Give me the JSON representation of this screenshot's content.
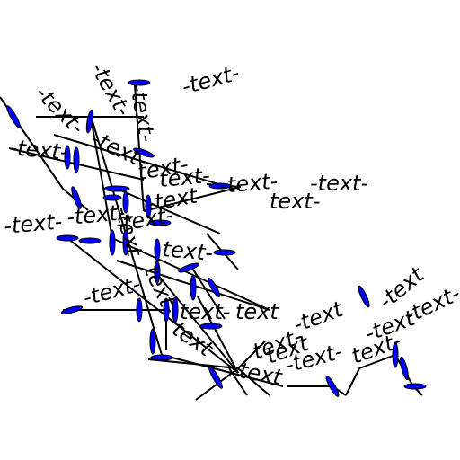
{
  "diagram": {
    "node_color": "#0000ff",
    "edge_color": "#000000",
    "labels": [
      "-text-",
      "-text-",
      "-text-",
      "-text-",
      "-text-",
      "-text-",
      "-text-",
      "-text-",
      "text-",
      "-text",
      "-text",
      "text-",
      "-text-",
      "text-",
      "text-",
      "text",
      "text",
      "text-",
      "-text-",
      "text-",
      "-text",
      "-text",
      "text",
      "-text-",
      "text-",
      "-text-",
      "text-",
      "text",
      "-text",
      "-text-",
      "-text-"
    ]
  }
}
